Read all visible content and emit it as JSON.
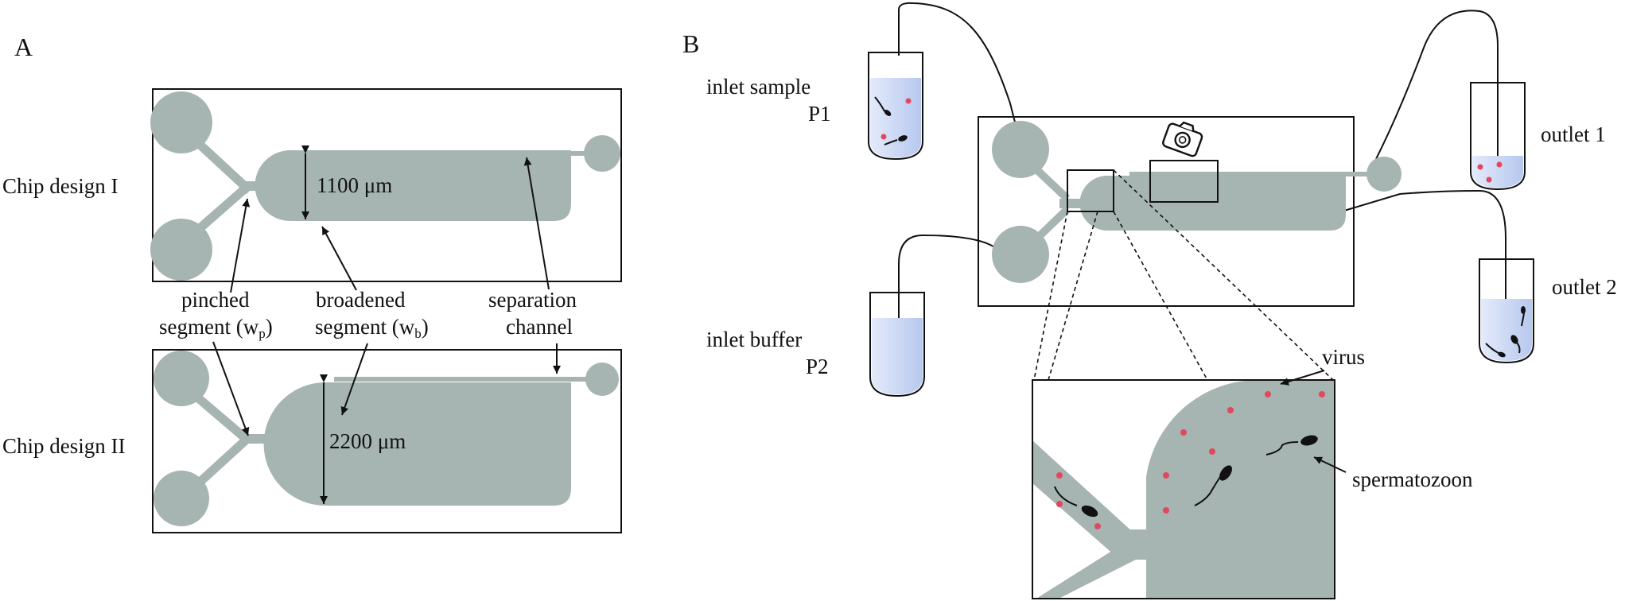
{
  "panels": {
    "a": "A",
    "b": "B"
  },
  "panel_a": {
    "chip_1": "Chip design I",
    "chip_2": "Chip design II",
    "width_1": "1100 μm",
    "width_2": "2200 μm",
    "pinched": {
      "line1": "pinched",
      "line2": "segment (w",
      "sub": "p",
      "close": ")"
    },
    "broadened": {
      "line1": "broadened",
      "line2": "segment (w",
      "sub": "b",
      "close": ")"
    },
    "separation": {
      "line1": "separation",
      "line2": "channel"
    }
  },
  "panel_b": {
    "inlet_sample": {
      "line1": "inlet sample",
      "line2": "P1"
    },
    "inlet_buffer": {
      "line1": "inlet buffer",
      "line2": "P2"
    },
    "outlet_1": "outlet 1",
    "outlet_2": "outlet 2",
    "virus": "virus",
    "spermatozoon": "spermatozoon",
    "camera_icon": "camera-icon"
  },
  "colors": {
    "channel": "#a7b5b2",
    "liquid": "#c9d6f3",
    "virus": "#e2475d",
    "sperm": "#111111"
  }
}
